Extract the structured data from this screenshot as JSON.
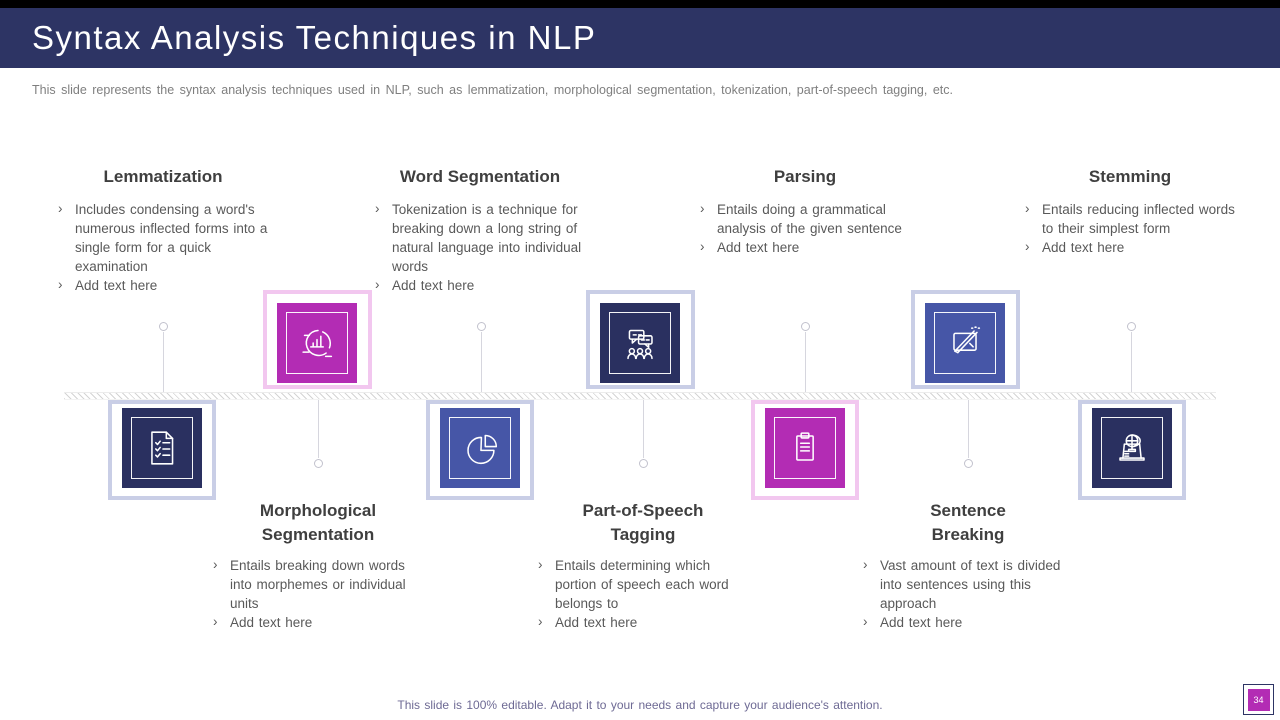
{
  "slide": {
    "header": {
      "title": "Syntax Analysis Techniques in NLP",
      "bg_color": "#2d3464",
      "text_color": "#ffffff"
    },
    "subtitle": "This slide represents the syntax analysis techniques used in NLP, such as lemmatization, morphological segmentation, tokenization, part-of-speech tagging, etc.",
    "footer_note": "This slide is 100% editable. Adapt it to your needs and capture your audience's attention.",
    "page_badge": {
      "number": "34",
      "bg_color": "#b32cb4",
      "border_color": "#2d3464"
    }
  },
  "colors": {
    "magenta": "#b32cb4",
    "navy": "#2a3060",
    "indigo": "#4656a7",
    "frame_pink": "#f2c7ef",
    "frame_lavender": "#c9cee6",
    "heading_text": "#3f3f3f",
    "body_text": "#595959"
  },
  "timeline": {
    "top_items": [
      {
        "title": "Lemmatization",
        "bullets": [
          "Includes condensing a word's numerous inflected forms into a single form for a quick examination",
          "Add text here"
        ],
        "icon": "checklist-document-icon",
        "icon_color": "#2a3060",
        "frame_color": "#c9cee6"
      },
      {
        "title": "Word Segmentation",
        "bullets": [
          "Tokenization is a technique for breaking down a long string of natural language into individual words",
          "Add text here"
        ],
        "icon": "pie-chart-icon",
        "icon_color": "#4656a7",
        "frame_color": "#c9cee6"
      },
      {
        "title": "Parsing",
        "bullets": [
          "Entails doing a grammatical analysis of the given sentence",
          "Add text here"
        ],
        "icon": "clipboard-icon",
        "icon_color": "#b32cb4",
        "frame_color": "#f2c7ef"
      },
      {
        "title": "Stemming",
        "bullets": [
          "Entails reducing inflected words to their simplest form",
          "Add text here"
        ],
        "icon": "laptop-globe-icon",
        "icon_color": "#2a3060",
        "frame_color": "#c9cee6"
      }
    ],
    "bottom_items": [
      {
        "title": "Morphological Segmentation",
        "bullets": [
          "Entails breaking down words into morphemes or individual units",
          "Add text here"
        ],
        "icon": "donut-chart-icon",
        "icon_color": "#b32cb4",
        "frame_color": "#f2c7ef"
      },
      {
        "title": "Part-of-Speech Tagging",
        "bullets": [
          "Entails determining which portion of speech each word belongs to",
          "Add text here"
        ],
        "icon": "chat-discussion-icon",
        "icon_color": "#2a3060",
        "frame_color": "#c9cee6"
      },
      {
        "title": "Sentence Breaking",
        "bullets": [
          "Vast amount of text is divided into sentences using this approach",
          "Add text here"
        ],
        "icon": "monitor-pencil-icon",
        "icon_color": "#4656a7",
        "frame_color": "#c9cee6"
      }
    ]
  }
}
